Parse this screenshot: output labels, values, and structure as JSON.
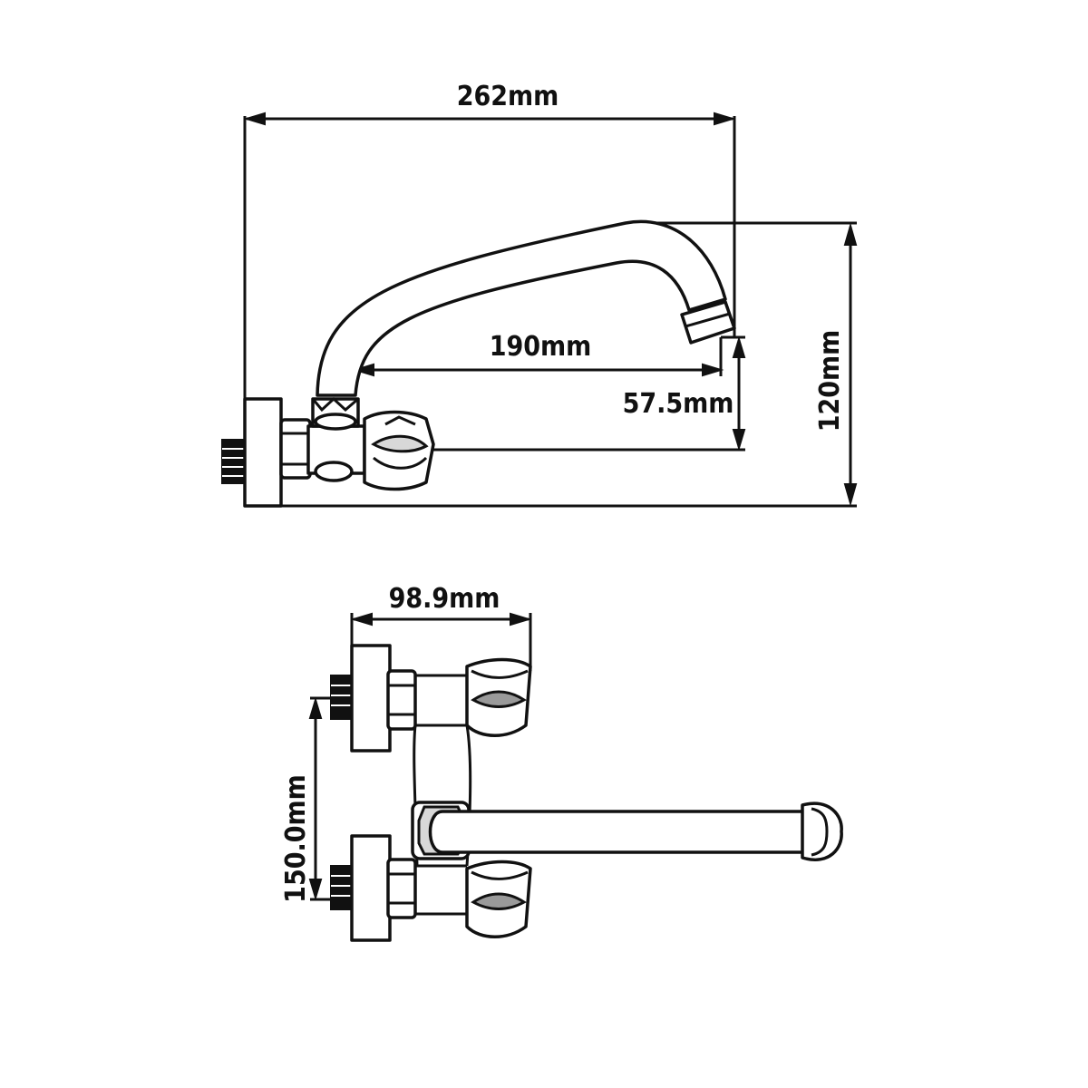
{
  "diagram": {
    "side_view": {
      "dimensions": {
        "overall_length": "262mm",
        "spout_reach": "190mm",
        "spout_outlet_height": "57.5mm",
        "overall_height": "120mm"
      }
    },
    "top_view": {
      "dimensions": {
        "depth": "98.9mm",
        "inlet_centers": "150.0mm"
      }
    }
  },
  "colors": {
    "line": "#111111",
    "background": "#ffffff",
    "shade": "#9a9a9a"
  }
}
